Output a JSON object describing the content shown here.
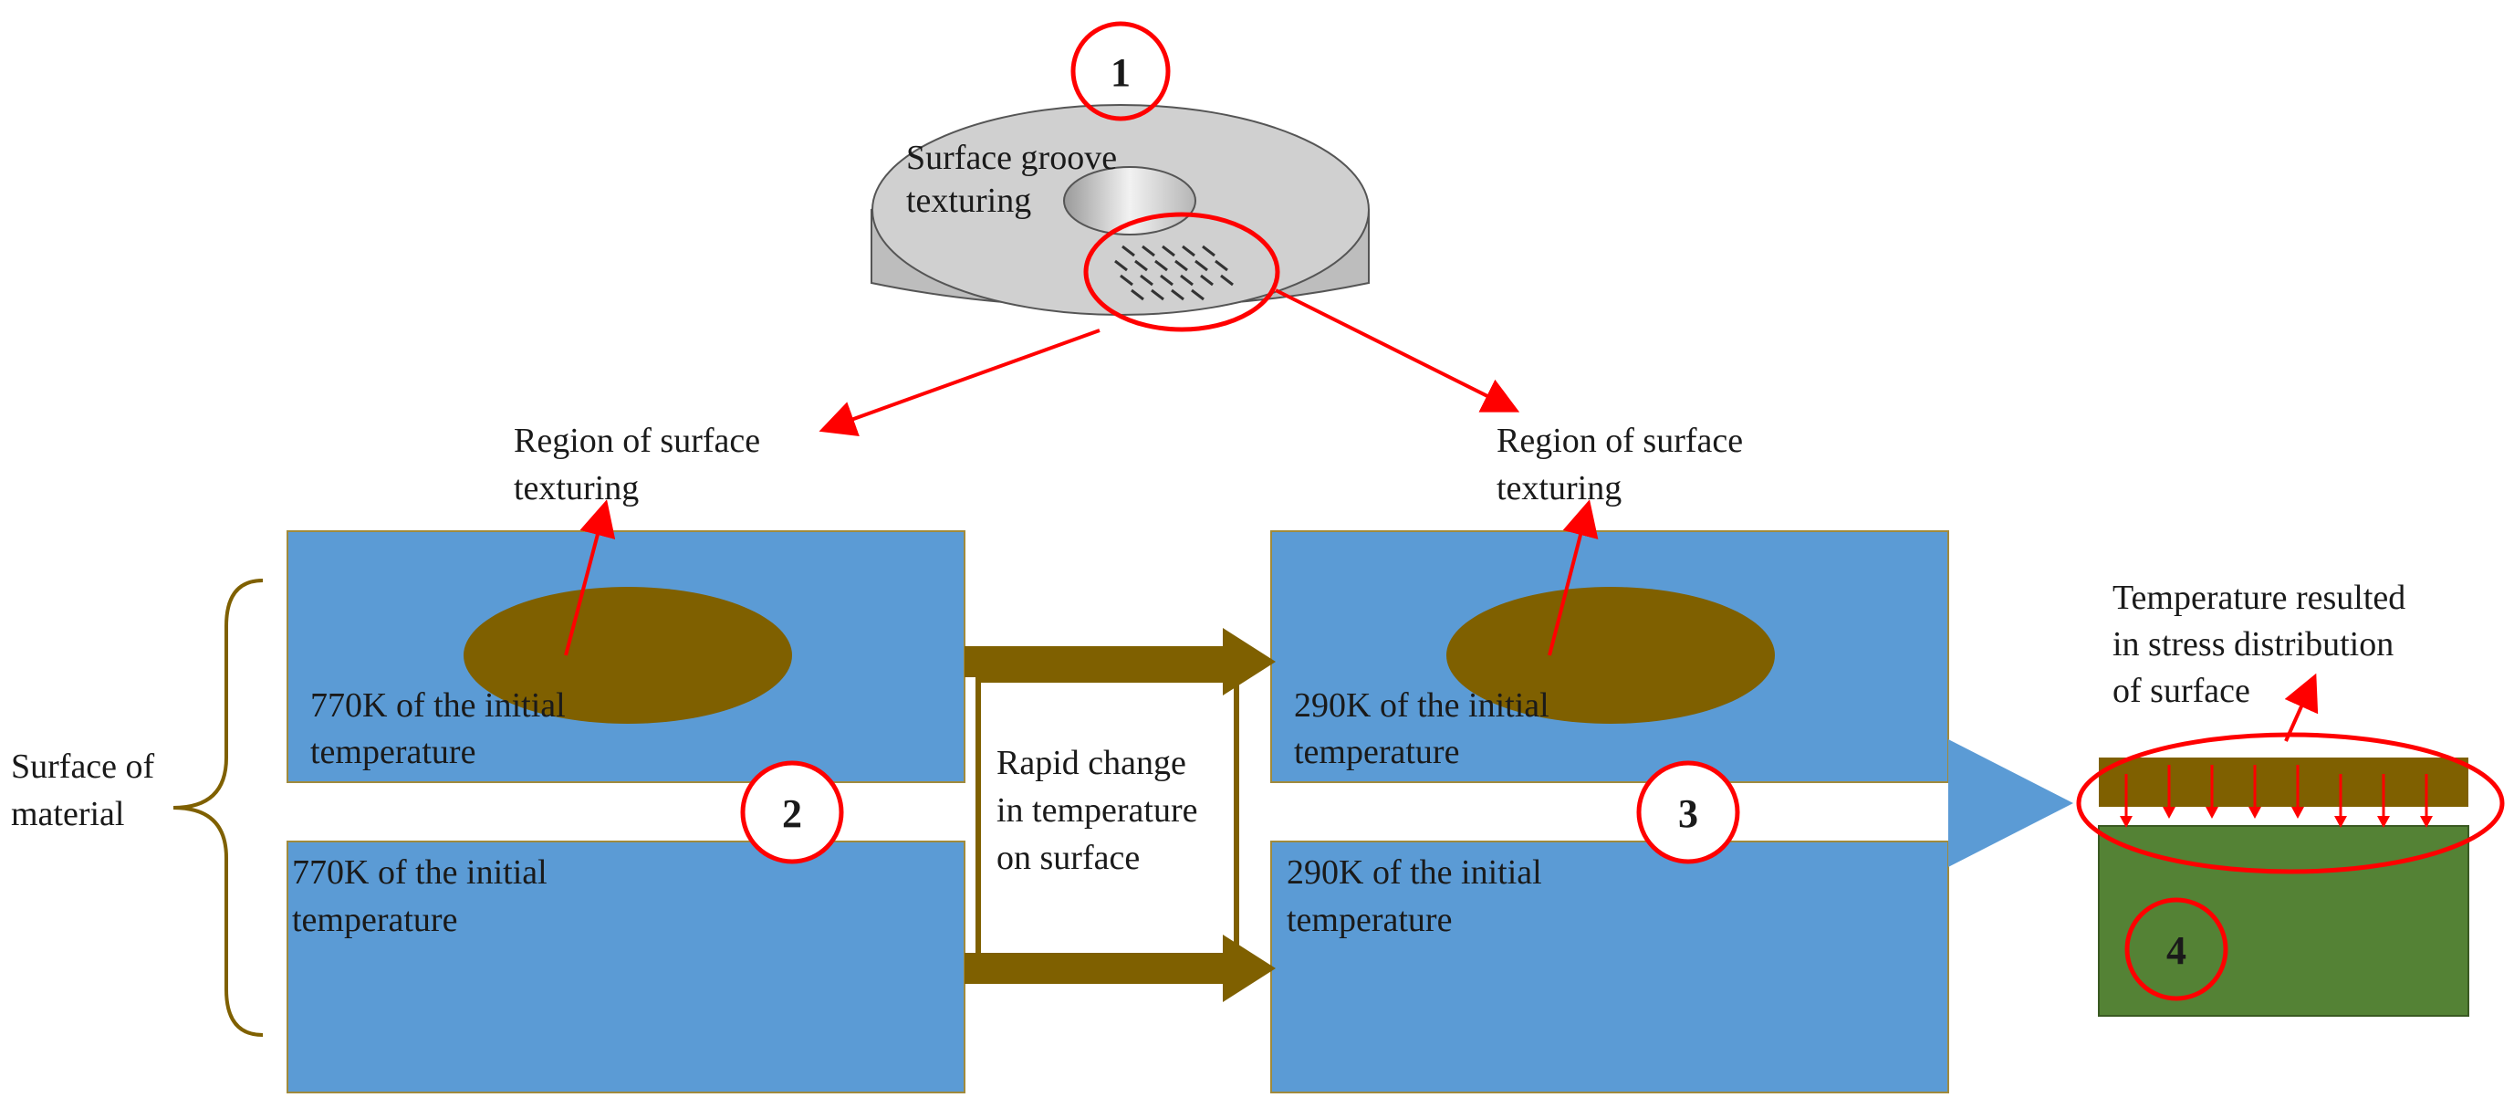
{
  "labels": {
    "groove_line1": "Surface groove",
    "groove_line2": "texturing",
    "region_left_line1": "Region of surface",
    "region_left_line2": "texturing",
    "region_right_line1": "Region of surface",
    "region_right_line2": "texturing",
    "material_line1": "Surface of",
    "material_line2": "material",
    "left_top_line1": "770K of the initial",
    "left_top_line2": "temperature",
    "left_bottom_line1": "770K of the initial",
    "left_bottom_line2": "temperature",
    "right_top_line1": "290K of the initial",
    "right_top_line2": "temperature",
    "right_bottom_line1": "290K of the initial",
    "right_bottom_line2": "temperature",
    "rapid_line1": "Rapid change",
    "rapid_line2": "in temperature",
    "rapid_line3": "on surface",
    "stress_line1": "Temperature resulted",
    "stress_line2": "in stress distribution",
    "stress_line3": "of surface"
  },
  "steps": {
    "step1": "1",
    "step2": "2",
    "step3": "3",
    "step4": "4"
  },
  "colors": {
    "block_blue": "#5b9bd5",
    "texture_brown": "#7f6000",
    "substrate_green": "#548235",
    "highlight_red": "#ff0000",
    "disk_gray": "#d0d0d0"
  }
}
